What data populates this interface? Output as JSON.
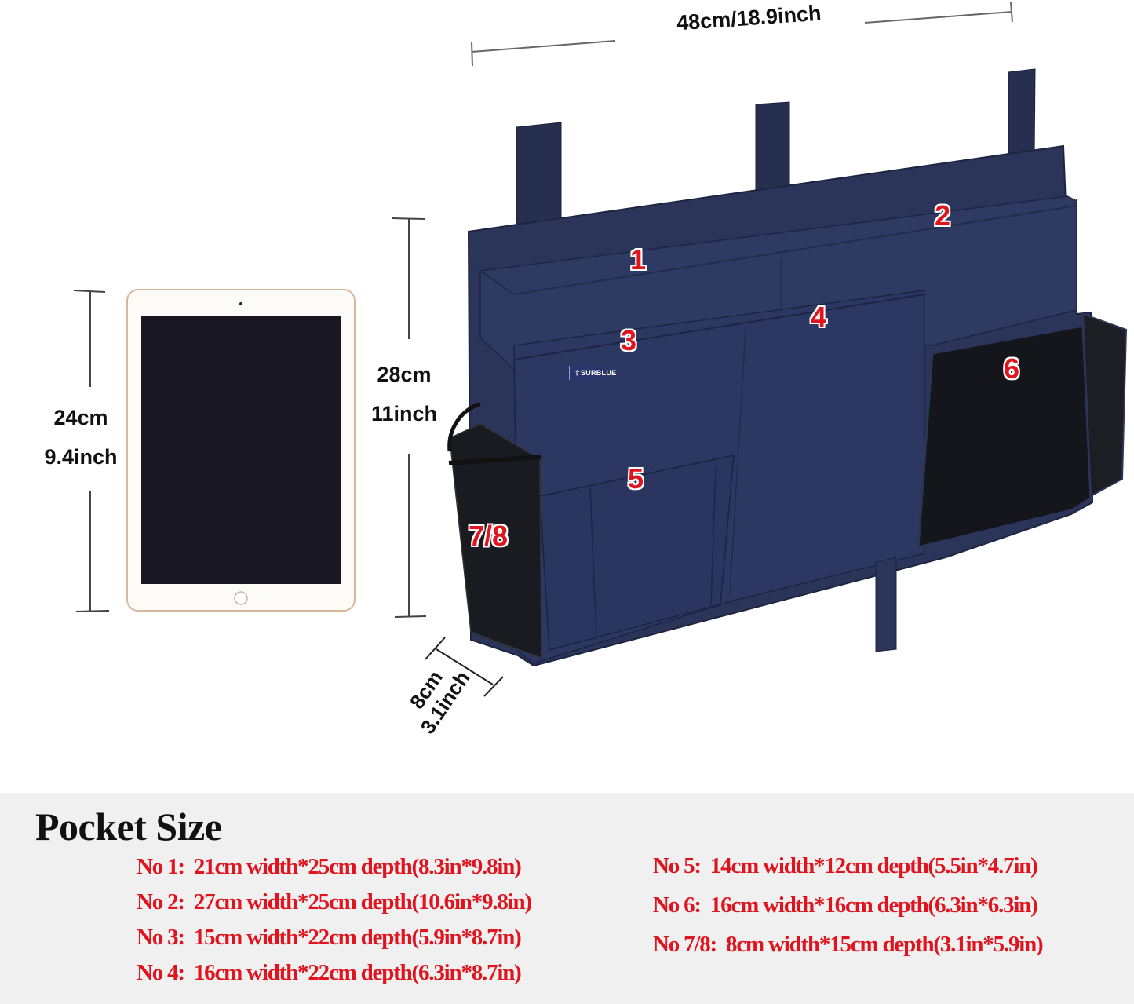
{
  "dimensions": {
    "width": "48cm/18.9inch",
    "height_cm": "28cm",
    "height_in": "11inch",
    "depth_cm": "8cm",
    "depth_in": "3.1inch",
    "tablet_cm": "24cm",
    "tablet_in": "9.4inch"
  },
  "product": {
    "brand": "SURBLUE",
    "color": "#2b3559",
    "mesh_color": "#15161b",
    "pocket_labels": [
      "1",
      "2",
      "3",
      "4",
      "5",
      "6",
      "7/8"
    ]
  },
  "tablet": {
    "frame_color": "#fdfbf8",
    "edge_color": "#d9b79a",
    "screen_color": "#181722"
  },
  "pocket_size": {
    "title": "Pocket Size",
    "text_color": "#e0141e",
    "left": [
      {
        "label": "No 1:",
        "spec": "21cm width*25cm depth(8.3in*9.8in)"
      },
      {
        "label": "No 2:",
        "spec": "27cm width*25cm depth(10.6in*9.8in)"
      },
      {
        "label": "No 3:",
        "spec": "15cm width*22cm depth(5.9in*8.7in)"
      },
      {
        "label": "No 4:",
        "spec": "16cm width*22cm depth(6.3in*8.7in)"
      }
    ],
    "right": [
      {
        "label": "No 5:",
        "spec": "14cm width*12cm depth(5.5in*4.7in)"
      },
      {
        "label": "No 6:",
        "spec": "16cm width*16cm depth(6.3in*6.3in)"
      },
      {
        "label": "No 7/8:",
        "spec": "8cm width*15cm depth(3.1in*5.9in)"
      }
    ]
  }
}
